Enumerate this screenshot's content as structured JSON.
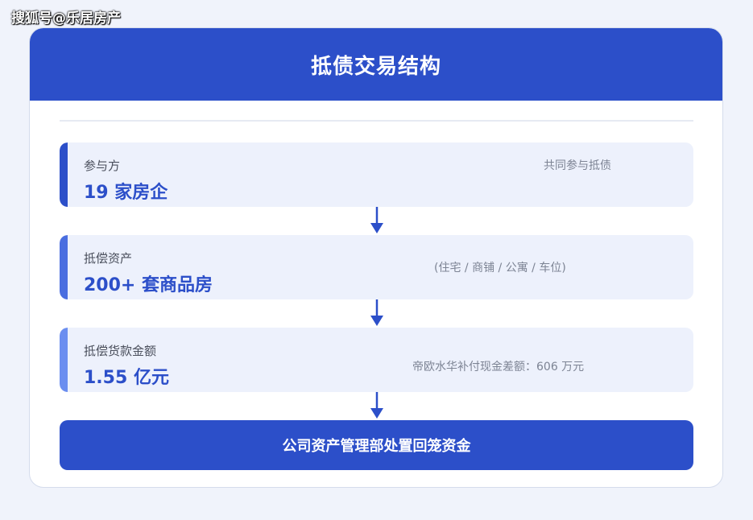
{
  "watermark": "搜狐号@乐居房产",
  "title": "抵债交易结构",
  "steps": [
    {
      "label": "参与方",
      "value": "19 家房企",
      "note": "共同参与抵债"
    },
    {
      "label": "抵偿资产",
      "value": "200+ 套商品房",
      "note": "(住宅 / 商铺 / 公寓 / 车位)"
    },
    {
      "label": "抵偿货款金额",
      "value": "1.55 亿元",
      "note": "帝欧水华补付现金差额：606 万元"
    }
  ],
  "final": "公司资产管理部处置回笼资金",
  "colors": {
    "primary": "#2c4fc9",
    "bar_1": "#2c4fc9",
    "bar_2": "#4a6ee0",
    "bar_3": "#6b8ef0",
    "row_bg": "#edf1fc"
  },
  "icons": [
    "arrow-down-icon"
  ]
}
